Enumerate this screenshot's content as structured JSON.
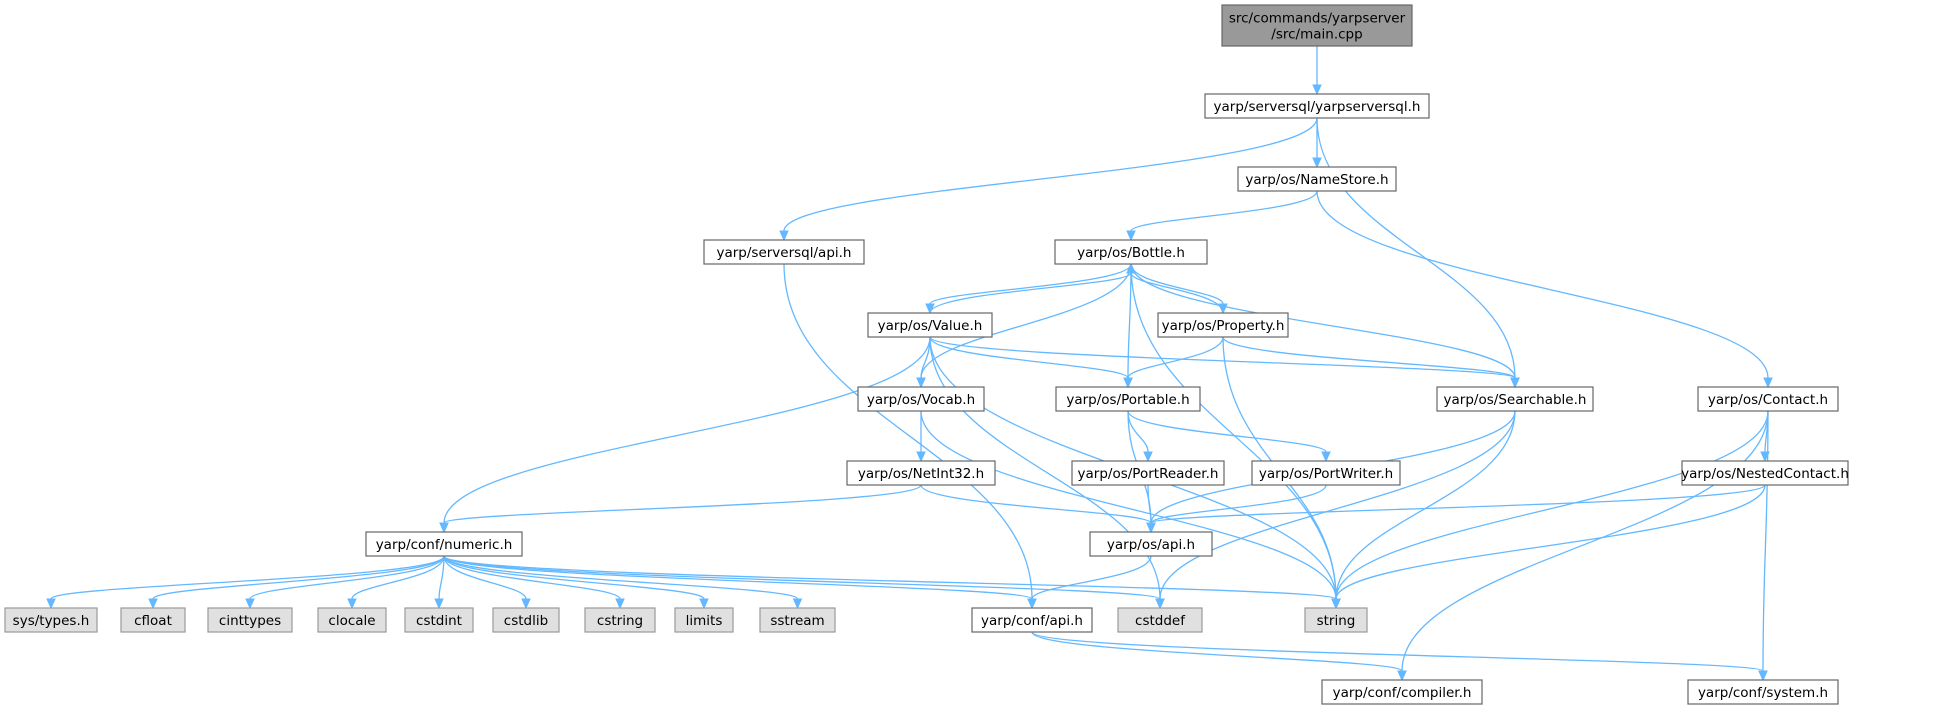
{
  "colors": {
    "root_fill": "#999999",
    "normal_fill": "#ffffff",
    "system_fill": "#e0e0e0",
    "system_border": "#999999",
    "border": "#666666",
    "edge": "#63b8ff"
  },
  "nodes": [
    {
      "id": "main_cpp",
      "lines": [
        "src/commands/yarpserver",
        "/src/main.cpp"
      ],
      "kind": "root"
    },
    {
      "id": "yarpserversql_h",
      "lines": [
        "yarp/serversql/yarpserversql.h"
      ],
      "kind": "normal"
    },
    {
      "id": "namestore_h",
      "lines": [
        "yarp/os/NameStore.h"
      ],
      "kind": "normal"
    },
    {
      "id": "serversql_api_h",
      "lines": [
        "yarp/serversql/api.h"
      ],
      "kind": "normal"
    },
    {
      "id": "bottle_h",
      "lines": [
        "yarp/os/Bottle.h"
      ],
      "kind": "normal"
    },
    {
      "id": "value_h",
      "lines": [
        "yarp/os/Value.h"
      ],
      "kind": "normal"
    },
    {
      "id": "property_h",
      "lines": [
        "yarp/os/Property.h"
      ],
      "kind": "normal"
    },
    {
      "id": "vocab_h",
      "lines": [
        "yarp/os/Vocab.h"
      ],
      "kind": "normal"
    },
    {
      "id": "portable_h",
      "lines": [
        "yarp/os/Portable.h"
      ],
      "kind": "normal"
    },
    {
      "id": "searchable_h",
      "lines": [
        "yarp/os/Searchable.h"
      ],
      "kind": "normal"
    },
    {
      "id": "contact_h",
      "lines": [
        "yarp/os/Contact.h"
      ],
      "kind": "normal"
    },
    {
      "id": "netint32_h",
      "lines": [
        "yarp/os/NetInt32.h"
      ],
      "kind": "normal"
    },
    {
      "id": "portreader_h",
      "lines": [
        "yarp/os/PortReader.h"
      ],
      "kind": "normal"
    },
    {
      "id": "portwriter_h",
      "lines": [
        "yarp/os/PortWriter.h"
      ],
      "kind": "normal"
    },
    {
      "id": "nestedcontact_h",
      "lines": [
        "yarp/os/NestedContact.h"
      ],
      "kind": "normal"
    },
    {
      "id": "os_api_h",
      "lines": [
        "yarp/os/api.h"
      ],
      "kind": "normal"
    },
    {
      "id": "numeric_h",
      "lines": [
        "yarp/conf/numeric.h"
      ],
      "kind": "normal"
    },
    {
      "id": "sys_types_h",
      "lines": [
        "sys/types.h"
      ],
      "kind": "system"
    },
    {
      "id": "cfloat",
      "lines": [
        "cfloat"
      ],
      "kind": "system"
    },
    {
      "id": "cinttypes",
      "lines": [
        "cinttypes"
      ],
      "kind": "system"
    },
    {
      "id": "clocale",
      "lines": [
        "clocale"
      ],
      "kind": "system"
    },
    {
      "id": "cstdint",
      "lines": [
        "cstdint"
      ],
      "kind": "system"
    },
    {
      "id": "cstdlib",
      "lines": [
        "cstdlib"
      ],
      "kind": "system"
    },
    {
      "id": "cstring",
      "lines": [
        "cstring"
      ],
      "kind": "system"
    },
    {
      "id": "limits",
      "lines": [
        "limits"
      ],
      "kind": "system"
    },
    {
      "id": "sstream",
      "lines": [
        "sstream"
      ],
      "kind": "system"
    },
    {
      "id": "conf_api_h",
      "lines": [
        "yarp/conf/api.h"
      ],
      "kind": "normal"
    },
    {
      "id": "cstddef",
      "lines": [
        "cstddef"
      ],
      "kind": "system"
    },
    {
      "id": "string",
      "lines": [
        "string"
      ],
      "kind": "system"
    },
    {
      "id": "compiler_h",
      "lines": [
        "yarp/conf/compiler.h"
      ],
      "kind": "normal"
    },
    {
      "id": "system_h",
      "lines": [
        "yarp/conf/system.h"
      ],
      "kind": "normal"
    }
  ],
  "edges": [
    {
      "from": "main_cpp",
      "to": "yarpserversql_h"
    },
    {
      "from": "yarpserversql_h",
      "to": "serversql_api_h"
    },
    {
      "from": "yarpserversql_h",
      "to": "namestore_h"
    },
    {
      "from": "yarpserversql_h",
      "to": "searchable_h"
    },
    {
      "from": "namestore_h",
      "to": "bottle_h"
    },
    {
      "from": "namestore_h",
      "to": "contact_h"
    },
    {
      "from": "serversql_api_h",
      "to": "conf_api_h"
    },
    {
      "from": "bottle_h",
      "to": "value_h"
    },
    {
      "from": "bottle_h",
      "to": "property_h"
    },
    {
      "from": "bottle_h",
      "to": "vocab_h"
    },
    {
      "from": "bottle_h",
      "to": "portable_h"
    },
    {
      "from": "bottle_h",
      "to": "searchable_h"
    },
    {
      "from": "bottle_h",
      "to": "string"
    },
    {
      "from": "value_h",
      "to": "bottle_h"
    },
    {
      "from": "value_h",
      "to": "vocab_h"
    },
    {
      "from": "value_h",
      "to": "portable_h"
    },
    {
      "from": "value_h",
      "to": "searchable_h"
    },
    {
      "from": "value_h",
      "to": "numeric_h"
    },
    {
      "from": "value_h",
      "to": "cstddef"
    },
    {
      "from": "value_h",
      "to": "string"
    },
    {
      "from": "property_h",
      "to": "bottle_h"
    },
    {
      "from": "property_h",
      "to": "portable_h"
    },
    {
      "from": "property_h",
      "to": "searchable_h"
    },
    {
      "from": "property_h",
      "to": "string"
    },
    {
      "from": "vocab_h",
      "to": "netint32_h"
    },
    {
      "from": "vocab_h",
      "to": "string"
    },
    {
      "from": "portable_h",
      "to": "portreader_h"
    },
    {
      "from": "portable_h",
      "to": "portwriter_h"
    },
    {
      "from": "portable_h",
      "to": "os_api_h"
    },
    {
      "from": "searchable_h",
      "to": "os_api_h"
    },
    {
      "from": "searchable_h",
      "to": "string"
    },
    {
      "from": "searchable_h",
      "to": "cstddef"
    },
    {
      "from": "contact_h",
      "to": "nestedcontact_h"
    },
    {
      "from": "contact_h",
      "to": "string"
    },
    {
      "from": "contact_h",
      "to": "compiler_h"
    },
    {
      "from": "contact_h",
      "to": "system_h"
    },
    {
      "from": "netint32_h",
      "to": "numeric_h"
    },
    {
      "from": "netint32_h",
      "to": "os_api_h"
    },
    {
      "from": "portreader_h",
      "to": "os_api_h"
    },
    {
      "from": "portwriter_h",
      "to": "os_api_h"
    },
    {
      "from": "nestedcontact_h",
      "to": "os_api_h"
    },
    {
      "from": "nestedcontact_h",
      "to": "string"
    },
    {
      "from": "os_api_h",
      "to": "conf_api_h"
    },
    {
      "from": "numeric_h",
      "to": "sys_types_h"
    },
    {
      "from": "numeric_h",
      "to": "cfloat"
    },
    {
      "from": "numeric_h",
      "to": "cinttypes"
    },
    {
      "from": "numeric_h",
      "to": "clocale"
    },
    {
      "from": "numeric_h",
      "to": "cstdint"
    },
    {
      "from": "numeric_h",
      "to": "cstdlib"
    },
    {
      "from": "numeric_h",
      "to": "cstring"
    },
    {
      "from": "numeric_h",
      "to": "limits"
    },
    {
      "from": "numeric_h",
      "to": "sstream"
    },
    {
      "from": "numeric_h",
      "to": "conf_api_h"
    },
    {
      "from": "numeric_h",
      "to": "cstddef"
    },
    {
      "from": "numeric_h",
      "to": "string"
    },
    {
      "from": "conf_api_h",
      "to": "compiler_h"
    },
    {
      "from": "conf_api_h",
      "to": "system_h"
    }
  ]
}
